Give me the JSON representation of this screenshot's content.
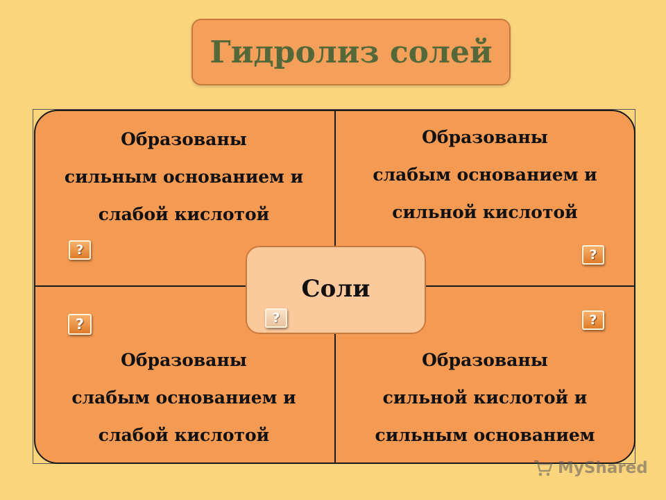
{
  "title": "Гидролиз солей",
  "center": {
    "label": "Соли"
  },
  "quadrants": {
    "top_left": {
      "lines": [
        "Образованы",
        "сильным основанием и",
        "слабой кислотой"
      ]
    },
    "top_right": {
      "lines": [
        "Образованы",
        "слабым основанием и",
        "сильной кислотой"
      ]
    },
    "bottom_left": {
      "lines": [
        "Образованы",
        "слабым основанием и",
        "слабой кислотой"
      ]
    },
    "bottom_right": {
      "lines": [
        "Образованы",
        "сильной кислотой и",
        "сильным основанием"
      ]
    }
  },
  "help_buttons": {
    "top_left": "?",
    "top_right": "?",
    "bottom_left": "?",
    "bottom_right": "?",
    "center": "?"
  },
  "watermark": {
    "text": "MyShared",
    "icon": "shopping-cart-icon"
  },
  "colors": {
    "background": "#fbd57e",
    "panel": "#f49a52",
    "title_box": "#f5a05a",
    "title_text": "#54683a",
    "center_box": "#fcc99c"
  }
}
